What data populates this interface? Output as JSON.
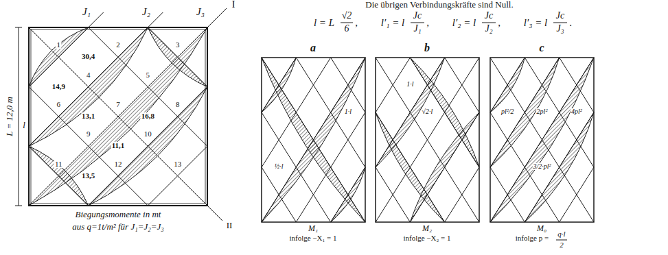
{
  "diagram": {
    "labels": [
      "Die übrigen Verbindungskräfte sind Null.",
      "l = L",
      "√2",
      "6",
      ",",
      "l′₁ = l",
      "Jc",
      "J₁",
      ",",
      "l′₂ = l",
      "Jc",
      "J₂",
      ",",
      "l′₃ = l",
      "Jc",
      "J₃",
      ".",
      "J₁",
      "J₂",
      "J₃",
      "I",
      "II",
      "L = 12,0 m",
      "l",
      "1",
      "2",
      "3",
      "4",
      "5",
      "6",
      "7",
      "8",
      "9",
      "10",
      "11",
      "12",
      "13",
      "30,4",
      "14,9",
      "13,1",
      "16,8",
      "11,1",
      "13,5",
      "Biegungsmomente in mt",
      "aus q=1t/m² für J₁=J₂=J₃",
      "a",
      "b",
      "c",
      "½·l",
      "1·l",
      "1·l",
      "√2·l",
      "pl²/2",
      "2pl²",
      "4pl²",
      "3/2·pl²",
      "M₁",
      "infolge −X₁ = 1",
      "M₂",
      "infolge −X₂ = 1",
      "M₀",
      "infolge p =",
      "q·l",
      "2"
    ]
  }
}
